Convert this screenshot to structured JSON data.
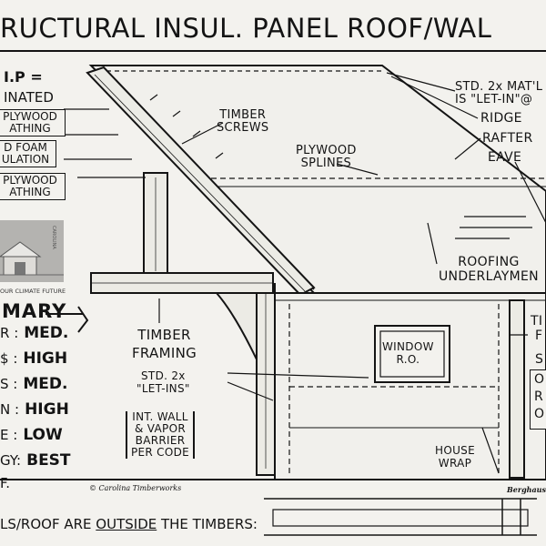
{
  "title": "RUCTURAL INSUL. PANEL ROOF/WAL",
  "legend": {
    "header": "I.P =",
    "subheader": "INATED",
    "layers": [
      "PLYWOOD\nATHING",
      "D FOAM\nULATION",
      "PLYWOOD\nATHING"
    ]
  },
  "thumbnail": {
    "caption": "OUR CLIMATE FUTURE",
    "side_text": "CAROLINA"
  },
  "summary": {
    "heading": "MARY",
    "rows": [
      {
        "key": "R",
        "value": "MED."
      },
      {
        "key": "$",
        "value": "HIGH"
      },
      {
        "key": "S",
        "value": "MED."
      },
      {
        "key": "N",
        "value": "HIGH"
      },
      {
        "key": "E",
        "value": "LOW"
      },
      {
        "key": "GY",
        "value": "BEST"
      }
    ],
    "tail": "F."
  },
  "callouts": {
    "timber_screws": "TIMBER\nSCREWS",
    "plywood_splines": "PLYWOOD\nSPLINES",
    "std_mat": "STD. 2x MAT'L\nIS \"LET-IN\"@",
    "ridge": "RIDGE",
    "rafter": "RAFTER",
    "eave": "EAVE",
    "roofing_underlayment": "ROOFING\nUNDERLAYMEN",
    "timber_framing": "TIMBER\nFRAMING",
    "std_let_ins": "STD. 2x\n\"LET-INS\"",
    "int_wall": "INT. WALL\n& VAPOR\nBARRIER\nPER CODE",
    "window_ro": "WINDOW\nR.O.",
    "house_wrap": "HOUSE\nWRAP",
    "right_ti": "TI",
    "right_f": "F",
    "right_s": "S",
    "right_o1": "O",
    "right_r": "R",
    "right_o2": "O"
  },
  "footer": {
    "credit_left": "© Carolina Timberworks",
    "credit_right": "Berghaus",
    "bottom_note_pre": "LS/ROOF ARE ",
    "bottom_note_underlined": "OUTSIDE",
    "bottom_note_post": " THE TIMBERS:"
  }
}
